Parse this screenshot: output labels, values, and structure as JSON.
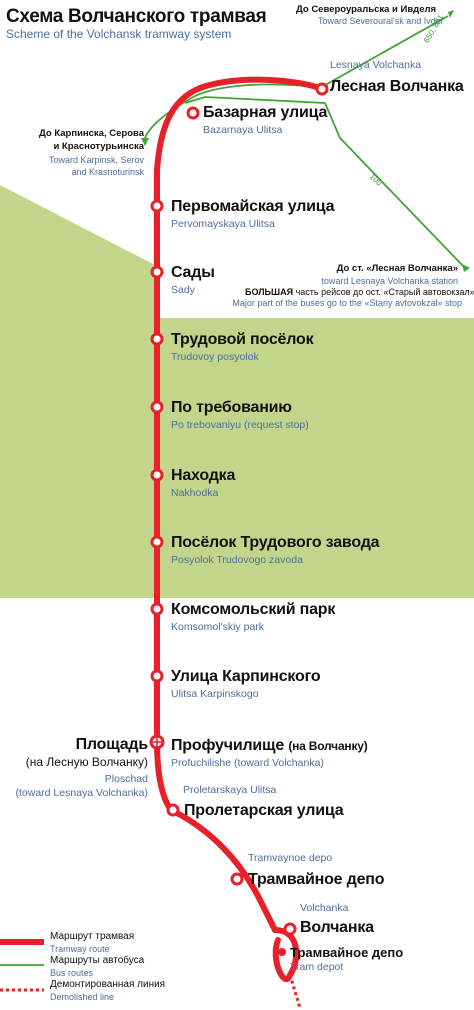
{
  "title": "Схема Волчанского трамвая",
  "subtitle": "Scheme of the Volchansk tramway system",
  "colors": {
    "tram": "#e8202a",
    "bus": "#3fa535",
    "green_area": "#c2d58b",
    "english_text": "#4d6f9c"
  },
  "stations": [
    {
      "ru": "Лесная Волчанка",
      "en": "Lesnaya Volchanka"
    },
    {
      "ru": "Базарная улица",
      "en": "Bazarnaya Ulitsa"
    },
    {
      "ru": "Первомайская улица",
      "en": "Pervomayskaya Ulitsa"
    },
    {
      "ru": "Сады",
      "en": "Sady"
    },
    {
      "ru": "Трудовой посёлок",
      "en": "Trudovoy posyolok"
    },
    {
      "ru": "По требованию",
      "en": "Po trebovaniyu (request stop)"
    },
    {
      "ru": "Находка",
      "en": "Nakhodka"
    },
    {
      "ru": "Посёлок Трудового завода",
      "en": "Posyolok Trudovogo zavoda"
    },
    {
      "ru": "Комсомольский парк",
      "en": "Komsomol'skiy park"
    },
    {
      "ru": "Улица Карпинского",
      "en": "Ulitsa Karpinskogo"
    },
    {
      "ru": "Профучилище",
      "ru_note": "(на Волчанку)",
      "en": "Profuchilishe (toward Volchanka)"
    },
    {
      "ru": "Пролетарская улица",
      "en": "Proletarskaya Ulitsa"
    },
    {
      "ru": "Трамвайное депо",
      "en": "Tramvaynoe depo"
    },
    {
      "ru": "Волчанка",
      "en": "Volchanka"
    },
    {
      "ru": "Трамвайное депо",
      "en": "Tram depot"
    }
  ],
  "left_stop": {
    "ru_line1": "Площадь",
    "ru_line2": "(на Лесную Волчанку)",
    "en_line1": "Ploschad",
    "en_line2": "(toward Lesnaya Volchanka)"
  },
  "bus": {
    "north_ru": "До Североуральска и Ивделя",
    "north_en": "Toward Severoural'sk and Ivdel'",
    "west_ru_1": "До Карпинска, Серова",
    "west_ru_2": "и Краснотурьинска",
    "west_en_1": "Toward Karpinsk, Serov",
    "west_en_2": "and Krasnoturinsk",
    "east_ru": "До ст. «Лесная Волчанка»",
    "east_en": "toward Lesnaya Volchanka station",
    "east_note_bold": "БОЛЬШАЯ",
    "east_note_rest": "часть рейсов до ост. «Старый автовокзал»",
    "east_note_en": "Major part of the buses go to the «Stariy avtovokzal» stop",
    "route_north": "650, 831",
    "route_east": "100"
  },
  "legend": [
    {
      "ru": "Маршрут трамвая",
      "en": "Tramway route"
    },
    {
      "ru": "Маршруты автобуса",
      "en": "Bus routes"
    },
    {
      "ru": "Демонтированная линия",
      "en": "Demolished line"
    }
  ]
}
